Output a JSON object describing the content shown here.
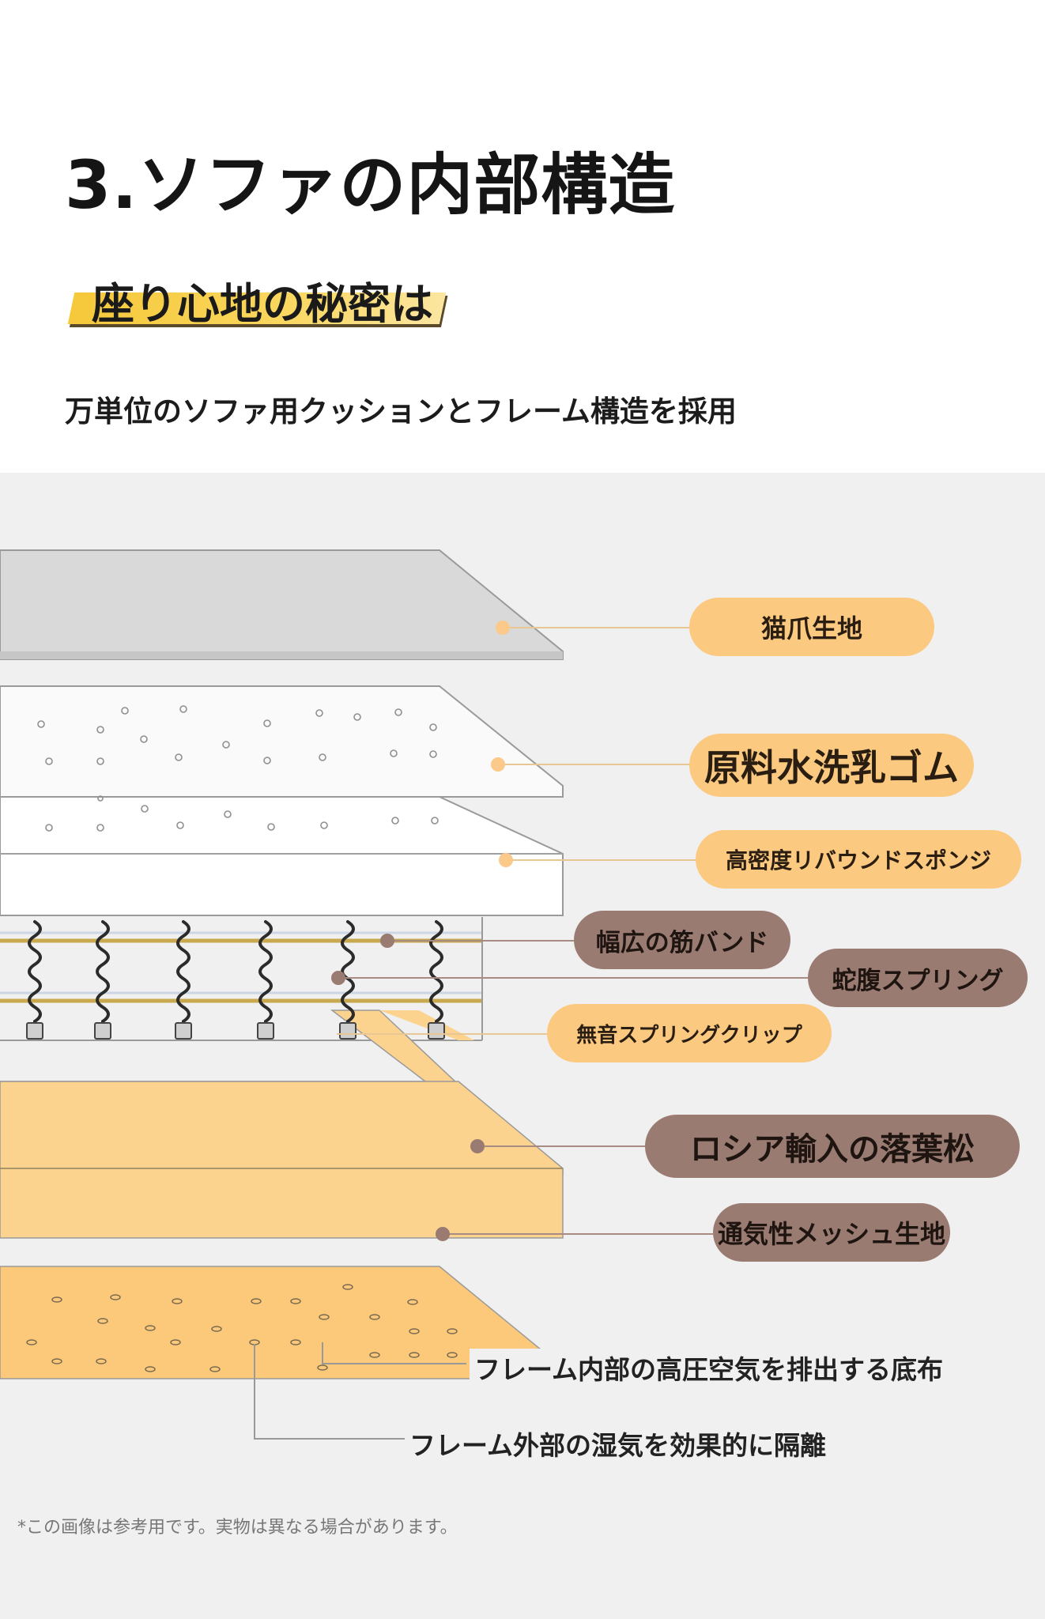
{
  "header": {
    "title": "3.ソファの内部構造",
    "highlight": "座り心地の秘密は",
    "subtitle": "万単位のソファ用クッションとフレーム構造を採用"
  },
  "layers": {
    "cat_scratch_fabric": "猫爪生地",
    "latex": "原料水洗乳ゴム",
    "sponge": "高密度リバウンドスポンジ",
    "band": "幅広の筋バンド",
    "serpentine_spring": "蛇腹スプリング",
    "clip": "無音スプリングクリップ",
    "larch": "ロシア輸入の落葉松",
    "mesh": "通気性メッシュ生地",
    "base_cloth": "フレーム内部の高圧空気を排出する底布",
    "moisture": "フレーム外部の湿気を効果的に隔離"
  },
  "colors": {
    "label_light": "#fbc97f",
    "label_dark": "#9a7b72",
    "wood": "#fcd38e",
    "background": "#f0f0f0"
  },
  "footnote": "*この画像は参考用です。実物は異なる場合があります。"
}
